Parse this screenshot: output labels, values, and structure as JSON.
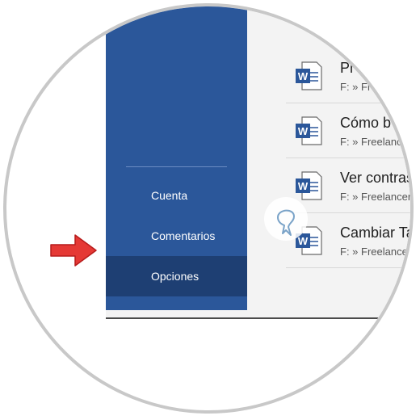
{
  "sidebar": {
    "items": [
      {
        "label": "Cuenta"
      },
      {
        "label": "Comentarios"
      },
      {
        "label": "Opciones",
        "active": true
      }
    ]
  },
  "recent": {
    "items": [
      {
        "title": "Pr",
        "path": "F: » Free"
      },
      {
        "title": "Cómo b",
        "path": "F: » Freelanc"
      },
      {
        "title": "Ver contras",
        "path": "F: » Freelancer"
      },
      {
        "title": "Cambiar Ta",
        "path": "F: » Freelancer"
      }
    ]
  },
  "colors": {
    "sidebar": "#2b579a",
    "sidebar_active": "#1e3f73",
    "word_blue": "#2b579a",
    "arrow": "#e53935"
  },
  "icons": [
    "word-document-icon",
    "pointer-arrow-icon",
    "hand-cursor-icon"
  ]
}
